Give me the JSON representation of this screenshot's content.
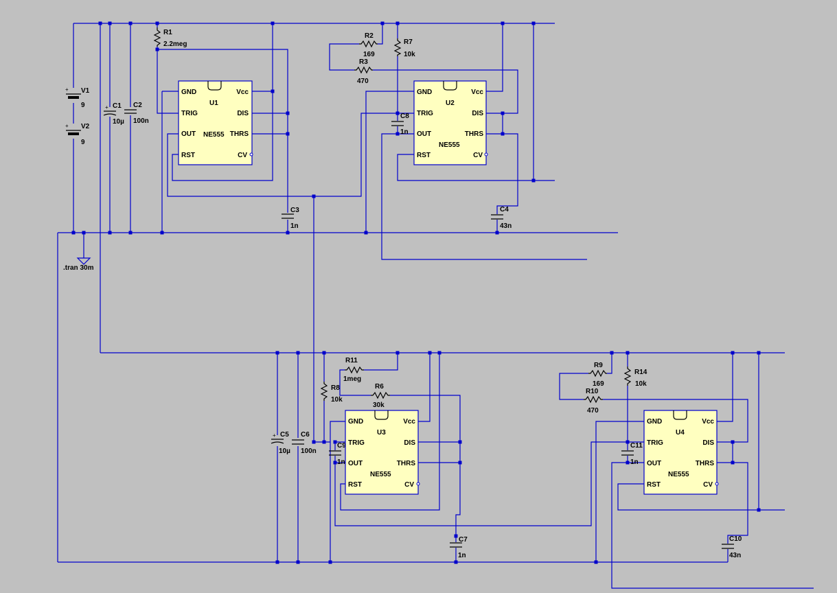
{
  "directive": ".tran 30m",
  "sources": [
    {
      "name": "V1",
      "value": "9"
    },
    {
      "name": "V2",
      "value": "9"
    }
  ],
  "resistors": [
    {
      "name": "R1",
      "value": "2.2meg"
    },
    {
      "name": "R2",
      "value": "169"
    },
    {
      "name": "R3",
      "value": "470"
    },
    {
      "name": "R7",
      "value": "10k"
    },
    {
      "name": "R8",
      "value": "10k"
    },
    {
      "name": "R11",
      "value": "1meg"
    },
    {
      "name": "R6",
      "value": "30k"
    },
    {
      "name": "R9",
      "value": "169"
    },
    {
      "name": "R10",
      "value": "470"
    },
    {
      "name": "R14",
      "value": "10k"
    }
  ],
  "capacitors": [
    {
      "name": "C1",
      "value": "10µ"
    },
    {
      "name": "C2",
      "value": "100n"
    },
    {
      "name": "C3",
      "value": "1n"
    },
    {
      "name": "C8",
      "value": "1n"
    },
    {
      "name": "C4",
      "value": "43n"
    },
    {
      "name": "C5",
      "value": "10µ"
    },
    {
      "name": "C6",
      "value": "100n"
    },
    {
      "name": "C9",
      "value": "1n"
    },
    {
      "name": "C7",
      "value": "1n"
    },
    {
      "name": "C11",
      "value": "1n"
    },
    {
      "name": "C10",
      "value": "43n"
    }
  ],
  "chips": [
    {
      "name": "U1",
      "part": "NE555",
      "pins": {
        "gnd": "GND",
        "trig": "TRIG",
        "out": "OUT",
        "rst": "RST",
        "vcc": "Vcc",
        "dis": "DIS",
        "thrs": "THRS",
        "cv": "CV"
      }
    },
    {
      "name": "U2",
      "part": "NE555",
      "pins": {
        "gnd": "GND",
        "trig": "TRIG",
        "out": "OUT",
        "rst": "RST",
        "vcc": "Vcc",
        "dis": "DIS",
        "thrs": "THRS",
        "cv": "CV"
      }
    },
    {
      "name": "U3",
      "part": "NE555",
      "pins": {
        "gnd": "GND",
        "trig": "TRIG",
        "out": "OUT",
        "rst": "RST",
        "vcc": "Vcc",
        "dis": "DIS",
        "thrs": "THRS",
        "cv": "CV"
      }
    },
    {
      "name": "U4",
      "part": "NE555",
      "pins": {
        "gnd": "GND",
        "trig": "TRIG",
        "out": "OUT",
        "rst": "RST",
        "vcc": "Vcc",
        "dis": "DIS",
        "thrs": "THRS",
        "cv": "CV"
      }
    }
  ]
}
